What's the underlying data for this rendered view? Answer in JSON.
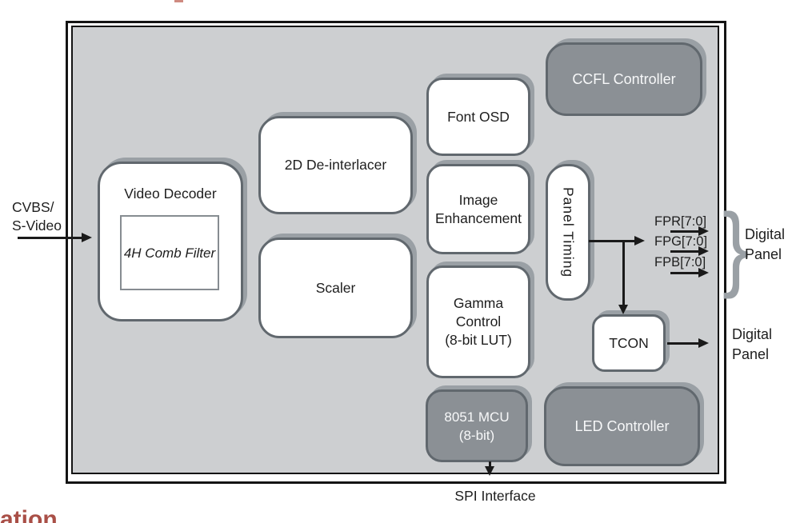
{
  "colors": {
    "diagram_bg": "#cdcfd1",
    "dark_block_fill": "#8b9095",
    "block_border": "#61686e",
    "block_shadow": "#9aa0a5",
    "wire": "#1a1a1a",
    "red_accent": "#a94f47"
  },
  "blocks": {
    "video_decoder": {
      "label": "Video Decoder"
    },
    "comb_filter": {
      "label": "4H Comb Filter"
    },
    "deinterlacer": {
      "label": "2D De-interlacer"
    },
    "scaler": {
      "label": "Scaler"
    },
    "font_osd": {
      "label": "Font OSD"
    },
    "image_enhancement": {
      "label": "Image Enhancement",
      "lines": [
        "Image",
        "Enhancement"
      ]
    },
    "gamma_control": {
      "label": "Gamma Control (8-bit LUT)",
      "lines": [
        "Gamma",
        "Control",
        "(8-bit LUT)"
      ]
    },
    "mcu": {
      "label": "8051 MCU (8-bit)",
      "lines": [
        "8051 MCU",
        "(8-bit)"
      ]
    },
    "panel_timing": {
      "label": "Panel Timing"
    },
    "ccfl_controller": {
      "label": "CCFL Controller"
    },
    "led_controller": {
      "label": "LED Controller"
    },
    "tcon": {
      "label": "TCON"
    }
  },
  "labels": {
    "input": {
      "lines": [
        "CVBS/",
        "S-Video"
      ]
    },
    "fpr": "FPR[7:0]",
    "fpg": "FPG[7:0]",
    "fpb": "FPB[7:0]",
    "digital_panel_rgb": {
      "lines": [
        "Digital",
        "Panel"
      ]
    },
    "digital_panel_tcon": {
      "lines": [
        "Digital",
        "Panel"
      ]
    },
    "spi": "SPI Interface",
    "brace": "}",
    "red_text_fragment": "ation"
  }
}
